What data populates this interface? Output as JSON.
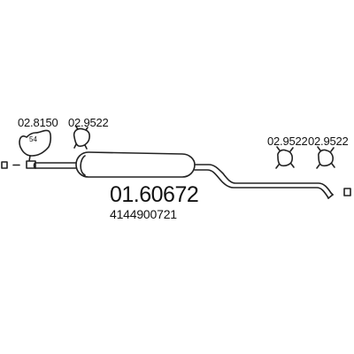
{
  "main_part": {
    "code": "01.60672",
    "oem": "4144900721"
  },
  "parts": {
    "clamp_code": "02.8150",
    "clamp_size": "54",
    "hanger_1_code": "02.9522",
    "hanger_2_code": "02.9522",
    "hanger_3_code": "02.9522"
  },
  "colors": {
    "line": "#222222",
    "text": "#111111",
    "background": "#ffffff"
  }
}
